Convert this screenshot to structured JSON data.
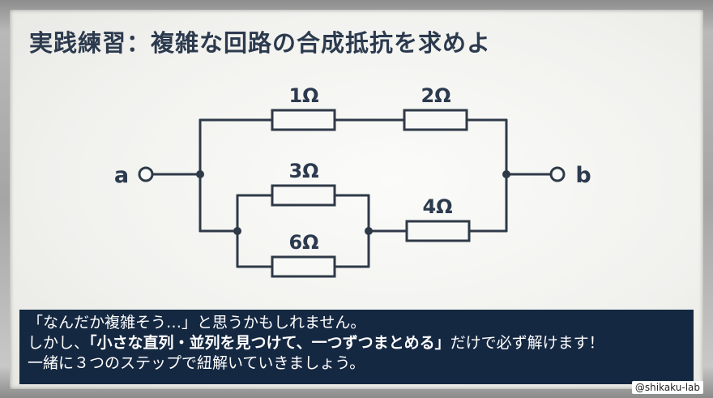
{
  "title": "実践練習：複雑な回路の合成抵抗を求めよ",
  "diagram": {
    "terminal_a": "a",
    "terminal_b": "b",
    "resistors": {
      "r1": "1Ω",
      "r2": "2Ω",
      "r3": "3Ω",
      "r6": "6Ω",
      "r4": "4Ω"
    }
  },
  "caption": {
    "line1": "「なんだか複雑そう…」と思うかもしれません。",
    "line2_pre": "しかし、",
    "line2_bold": "「小さな直列・並列を見つけて、一つずつまとめる」",
    "line2_post": "だけで必ず解けます！",
    "line3": "一緒に３つのステップで紐解いていきましょう。"
  },
  "credit": "@shikaku-lab",
  "colors": {
    "title": "#2c3a4e",
    "wire": "#2f3a48",
    "caption_bg": "#152842"
  }
}
